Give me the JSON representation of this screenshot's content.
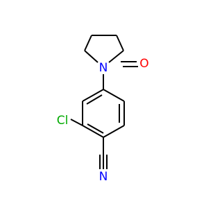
{
  "molecule": {
    "atoms": {
      "nitrogen_ring": {
        "label": "N",
        "color": "#0000ff"
      },
      "oxygen": {
        "label": "O",
        "color": "#ff0000"
      },
      "chlorine": {
        "label": "Cl",
        "color": "#00aa00"
      },
      "nitrogen_nitrile": {
        "label": "N",
        "color": "#0000ff"
      }
    },
    "bond_color": "#000000",
    "background": "#ffffff"
  }
}
